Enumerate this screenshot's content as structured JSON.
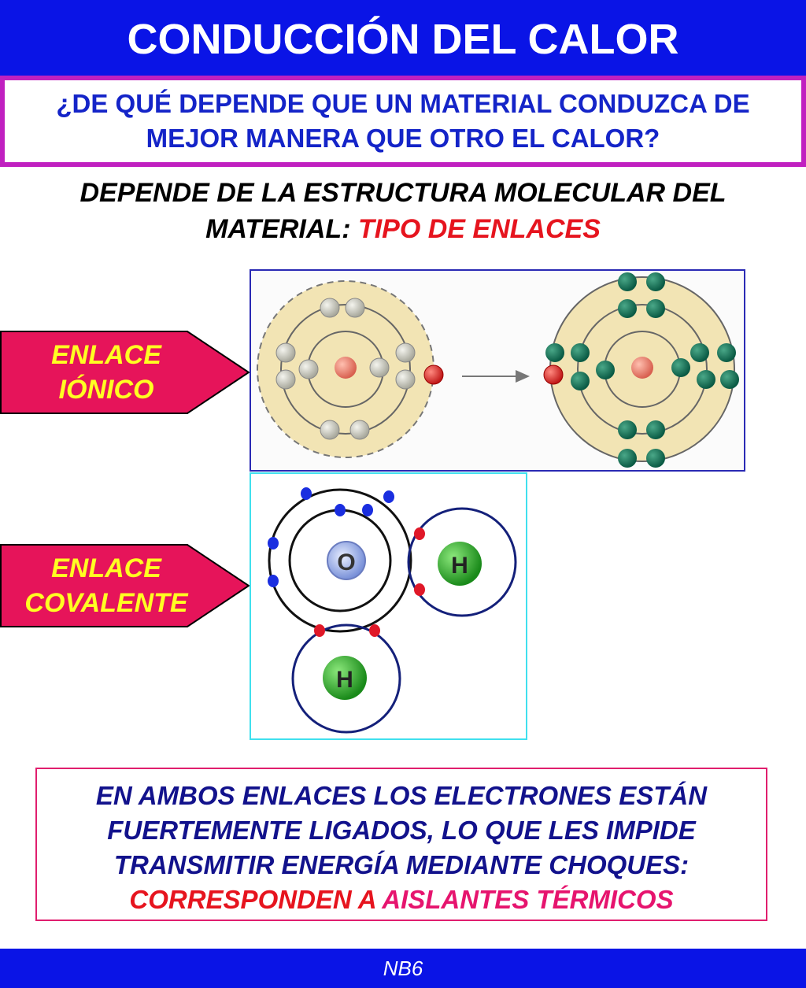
{
  "title": "CONDUCCIÓN DEL CALOR",
  "question": {
    "line1": "¿DE QUÉ DEPENDE QUE UN MATERIAL CONDUZCA DE",
    "line2": "MEJOR MANERA QUE OTRO EL CALOR?"
  },
  "answer": {
    "line1": "DEPENDE DE LA ESTRUCTURA MOLECULAR DEL",
    "line2_prefix": "MATERIAL: ",
    "line2_highlight": "TIPO DE ENLACES"
  },
  "ionic_label": {
    "line1": "ENLACE",
    "line2": "IÓNICO"
  },
  "covalent_label": {
    "line1": "ENLACE",
    "line2": "COVALENTE"
  },
  "covalent_diagram": {
    "oxygen_symbol": "O",
    "hydrogen_symbol": "H"
  },
  "conclusion": {
    "line1": "EN AMBOS ENLACES LOS ELECTRONES ESTÁN",
    "line2": "FUERTEMENTE LIGADOS, LO QUE LES IMPIDE",
    "line3": "TRANSMITIR ENERGÍA MEDIANTE CHOQUES:",
    "line4_red": "CORRESPONDEN A ",
    "line4_pink": "AISLANTES TÉRMICOS"
  },
  "footer": "NB6",
  "colors": {
    "title_bar": "#0a14e6",
    "question_border": "#c020c0",
    "label_fill": "#e6145a",
    "label_text": "#ffff22",
    "highlight_red": "#e6141e",
    "highlight_pink": "#e6146e"
  }
}
